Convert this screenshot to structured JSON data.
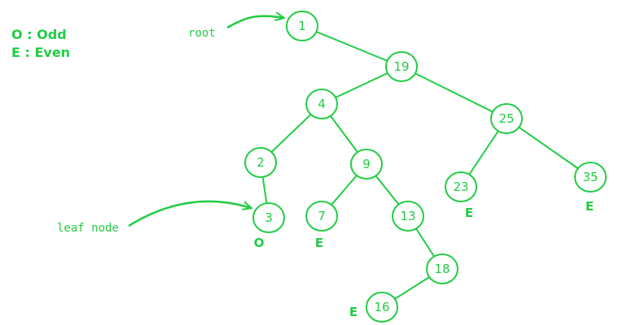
{
  "legend": {
    "odd": "O : Odd",
    "even": "E : Even"
  },
  "annotations": {
    "root": "root",
    "leaf": "leaf node"
  },
  "nodes": {
    "n1": "1",
    "n19": "19",
    "n4": "4",
    "n25": "25",
    "n2": "2",
    "n9": "9",
    "n23": "23",
    "n35": "35",
    "n3": "3",
    "n7": "7",
    "n13": "13",
    "n18": "18",
    "n16": "16"
  },
  "leaf_tags": {
    "n3": "O",
    "n7": "E",
    "n23": "E",
    "n35": "E",
    "n16": "E"
  },
  "colors": {
    "accent": "#22cc44"
  }
}
